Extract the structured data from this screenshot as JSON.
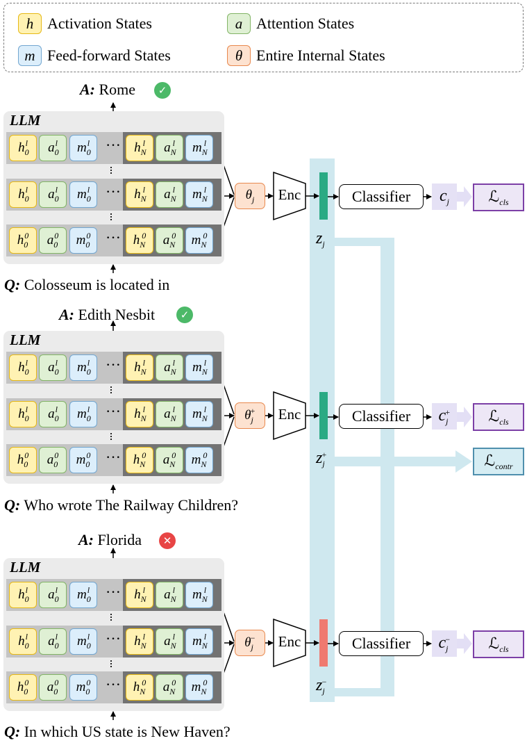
{
  "legend": {
    "items": [
      {
        "symbol": "h",
        "label": "Activation States"
      },
      {
        "symbol": "a",
        "label": "Attention States"
      },
      {
        "symbol": "m",
        "label": "Feed-forward States"
      },
      {
        "symbol": "θ",
        "label": "Entire Internal States"
      }
    ]
  },
  "llm_title": "LLM",
  "enc_label": "Enc",
  "classifier_label": "Classifier",
  "ellipsis": "···",
  "rows": [
    {
      "left": [
        [
          "h",
          "0",
          "l"
        ],
        [
          "a",
          "0",
          "l"
        ],
        [
          "m",
          "0",
          "l"
        ]
      ],
      "right": [
        [
          "h",
          "N",
          "l"
        ],
        [
          "a",
          "N",
          "l"
        ],
        [
          "m",
          "N",
          "l"
        ]
      ]
    },
    {
      "left": [
        [
          "h",
          "0",
          "l"
        ],
        [
          "a",
          "0",
          "l"
        ],
        [
          "m",
          "0",
          "l"
        ]
      ],
      "right": [
        [
          "h",
          "N",
          "l"
        ],
        [
          "a",
          "N",
          "l"
        ],
        [
          "m",
          "N",
          "l"
        ]
      ]
    },
    {
      "left": [
        [
          "h",
          "0",
          "0"
        ],
        [
          "a",
          "0",
          "0"
        ],
        [
          "m",
          "0",
          "0"
        ]
      ],
      "right": [
        [
          "h",
          "N",
          "0"
        ],
        [
          "a",
          "N",
          "0"
        ],
        [
          "m",
          "N",
          "0"
        ]
      ]
    }
  ],
  "samples": [
    {
      "answer_prefix": "A:",
      "answer": "Rome",
      "answer_status": "correct",
      "question_prefix": "Q:",
      "question": "Colosseum is located in",
      "theta": {
        "base": "θ",
        "sub": "j",
        "sup": ""
      },
      "z": {
        "base": "z",
        "sub": "j",
        "sup": ""
      },
      "c": {
        "base": "c",
        "sub": "j",
        "sup": ""
      },
      "loss": {
        "base": "ℒ",
        "sub": "cls"
      },
      "z_color": "#2aaa84"
    },
    {
      "answer_prefix": "A:",
      "answer": "Edith Nesbit",
      "answer_status": "correct",
      "question_prefix": "Q:",
      "question": "Who wrote The Railway Children?",
      "theta": {
        "base": "θ",
        "sub": "j",
        "sup": "+"
      },
      "z": {
        "base": "z",
        "sub": "j",
        "sup": "+"
      },
      "c": {
        "base": "c",
        "sub": "j",
        "sup": "+"
      },
      "loss": {
        "base": "ℒ",
        "sub": "cls"
      },
      "z_color": "#2aaa84"
    },
    {
      "answer_prefix": "A:",
      "answer": "Florida",
      "answer_status": "incorrect",
      "question_prefix": "Q:",
      "question": "In which US state is New Haven?",
      "theta": {
        "base": "θ",
        "sub": "j",
        "sup": "−"
      },
      "z": {
        "base": "z",
        "sub": "j",
        "sup": "−"
      },
      "c": {
        "base": "c",
        "sub": "j",
        "sup": "−"
      },
      "loss": {
        "base": "ℒ",
        "sub": "cls"
      },
      "z_color": "#ef7a70"
    }
  ],
  "contrastive_loss": {
    "base": "ℒ",
    "sub": "contr"
  },
  "colors": {
    "activation": "#fff2b3",
    "attention": "#dff0d4",
    "feedforward": "#dceefb",
    "internal": "#fde2d0",
    "contrastive_band": "#cfe8ef",
    "correct_badge": "#4cb968",
    "incorrect_badge": "#e84545",
    "arrow_fill": "#e3dff5"
  }
}
